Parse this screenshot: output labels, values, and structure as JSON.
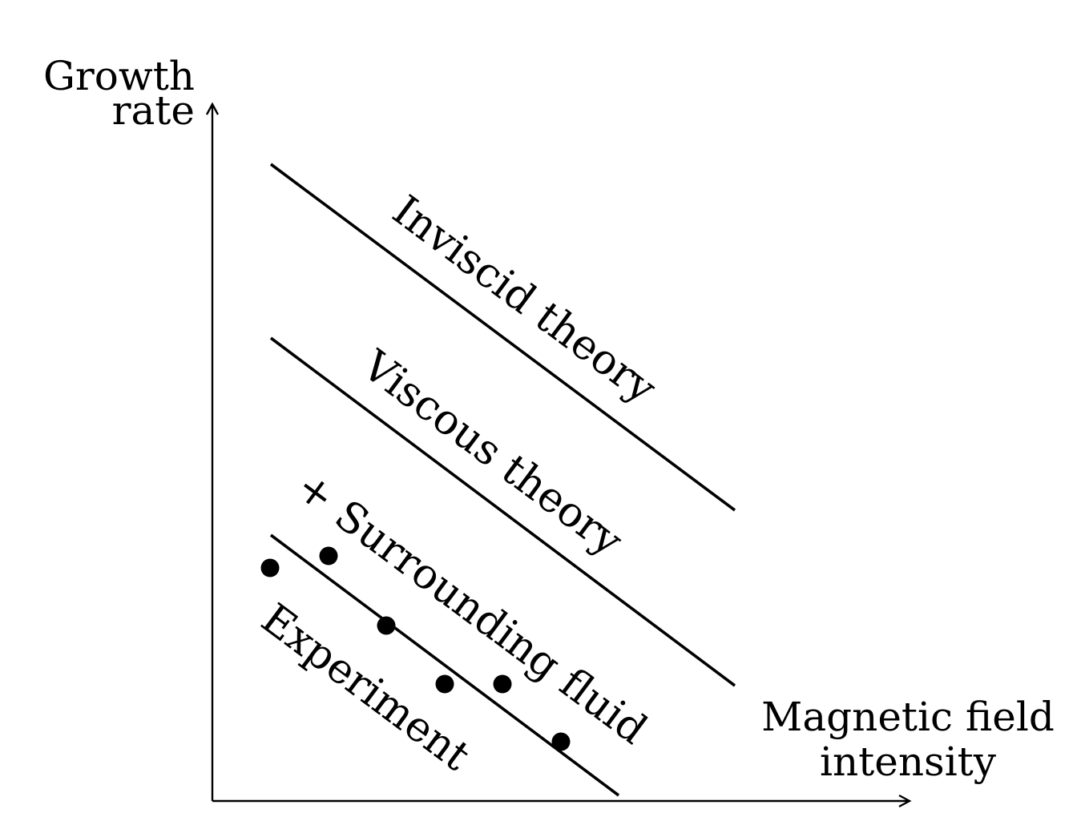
{
  "axes": {
    "y_label_line1": "Growth",
    "y_label_line2": "rate",
    "x_label_line1": "Magnetic field",
    "x_label_line2": "intensity"
  },
  "lines": {
    "inviscid": "Inviscid theory",
    "viscous": "Viscous theory",
    "surrounding": "+ Surrounding fluid"
  },
  "experiment": {
    "label": "Experiment",
    "point_count": 6
  },
  "colors": {
    "ink": "#000000",
    "background": "#ffffff"
  }
}
